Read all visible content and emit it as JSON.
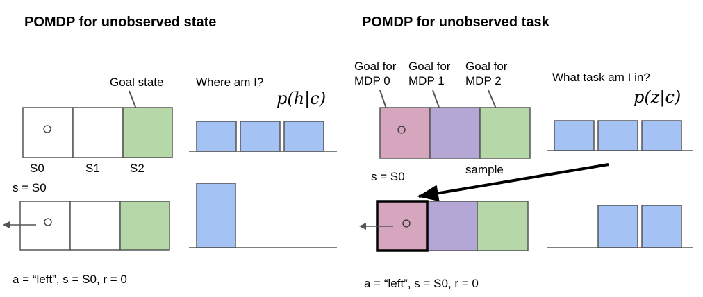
{
  "colors": {
    "goal_green": "#b6d7a8",
    "belief_blue": "#a4c2f4",
    "task_pink": "#d5a6bd",
    "task_purple": "#b4a7d6",
    "stroke": "#555555"
  },
  "left": {
    "title": "POMDP for unobserved state",
    "goal_label": "Goal state",
    "question": "Where am I?",
    "belief_math": "p(h|c)",
    "state_labels": [
      "S0",
      "S1",
      "S2"
    ],
    "state_eq": "s = S0",
    "action_text": "a = “left”, s = S0, r = 0",
    "belief_top": [
      0.333,
      0.333,
      0.333
    ],
    "belief_bottom": [
      1,
      0,
      0
    ]
  },
  "right": {
    "title": "POMDP for unobserved task",
    "goal_labels": [
      {
        "line1": "Goal for",
        "line2": "MDP 0"
      },
      {
        "line1": "Goal for",
        "line2": "MDP 1"
      },
      {
        "line1": "Goal for",
        "line2": "MDP 2"
      }
    ],
    "question": "What task am I in?",
    "belief_math": "p(z|c)",
    "sample_label": "sample",
    "state_eq": "s = S0",
    "action_text": "a = “left”, s = S0, r = 0",
    "belief_top": [
      0.333,
      0.333,
      0.333
    ],
    "belief_bottom": [
      0,
      0.5,
      0.5
    ]
  }
}
